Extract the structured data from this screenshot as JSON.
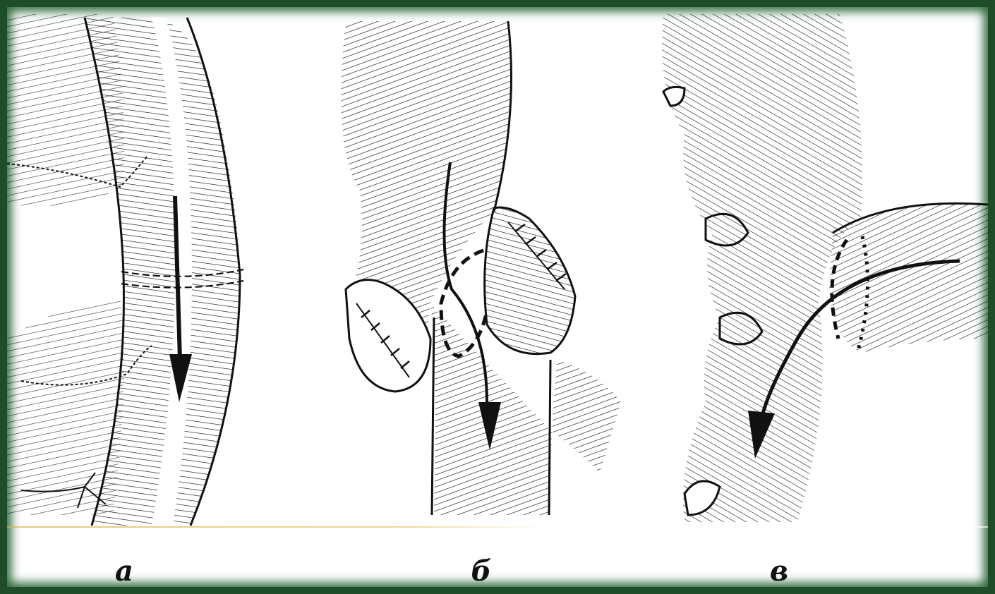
{
  "captions": {
    "a": "а",
    "b": "б",
    "c": "в"
  },
  "colors": {
    "frame": "#1f4d2a",
    "ink": "#111111",
    "paper": "#ffffff",
    "accent": "#d9b14a"
  }
}
